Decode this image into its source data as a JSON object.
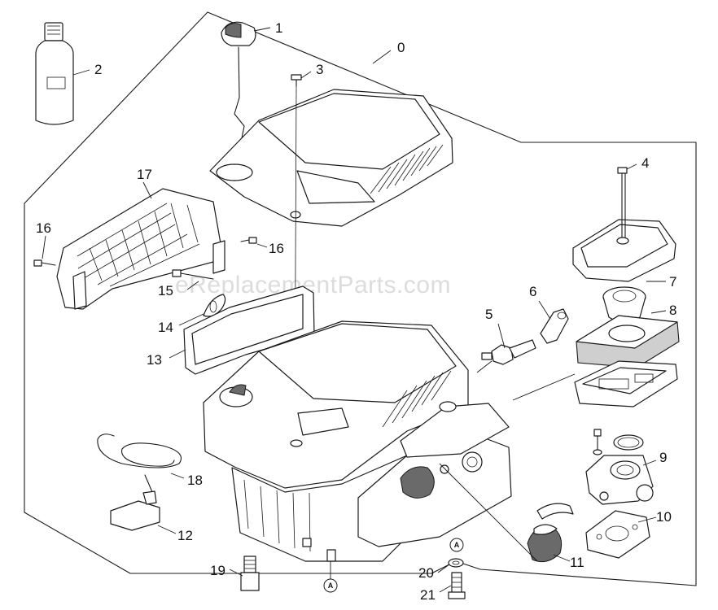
{
  "watermark": "eReplacementParts.com",
  "callouts": {
    "c0": "0",
    "c1": "1",
    "c2": "2",
    "c3": "3",
    "c4": "4",
    "c5": "5",
    "c6": "6",
    "c7": "7",
    "c8": "8",
    "c9": "9",
    "c10": "10",
    "c11": "11",
    "c12": "12",
    "c13": "13",
    "c14": "14",
    "c15": "15",
    "c16a": "16",
    "c16b": "16",
    "c17": "17",
    "c18": "18",
    "c19": "19",
    "c20": "20",
    "c21": "21"
  },
  "reference_markers": {
    "marker_a1": "A",
    "marker_a2": "A"
  }
}
